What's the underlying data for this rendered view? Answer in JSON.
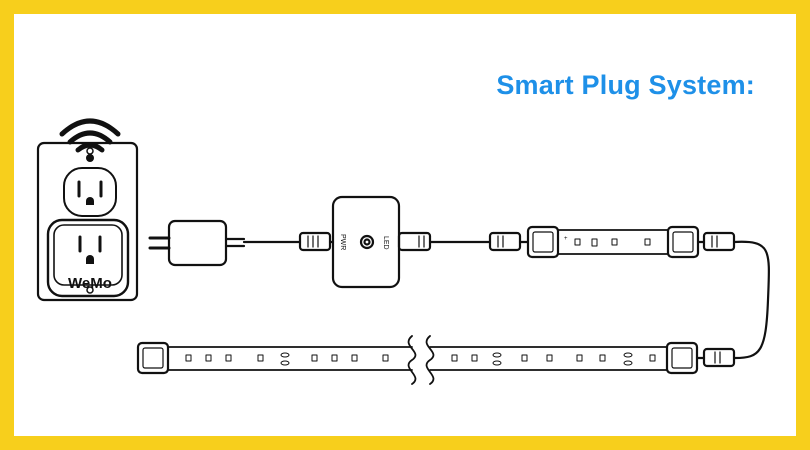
{
  "title": "Smart Plug System:",
  "plug": {
    "brand": "WeMo"
  },
  "controller": {
    "left_label": "PWR",
    "right_label": "LED"
  },
  "colors": {
    "frame": "#f7cf1c",
    "title": "#1e90e8",
    "line": "#111111"
  }
}
